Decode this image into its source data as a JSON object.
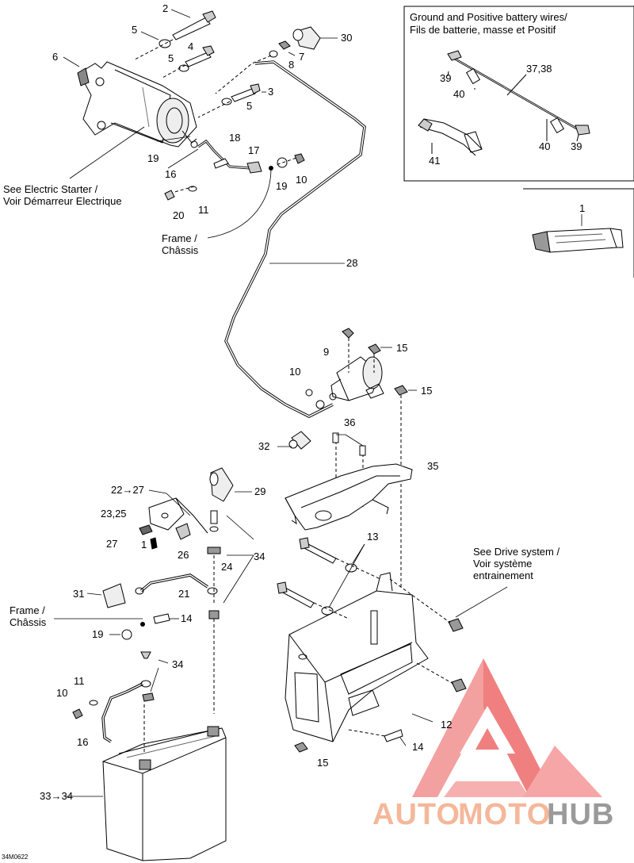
{
  "inset_ground": {
    "title_line1": "Ground and Positive battery wires/",
    "title_line2": "Fils de batterie, masse et Positif",
    "labels": [
      "39",
      "40",
      "37,38",
      "40",
      "39",
      "41"
    ]
  },
  "inset_tube": {
    "label": "1"
  },
  "notes": {
    "electric_starter_line1": "See Electric Starter /",
    "electric_starter_line2": "Voir Démarreur Electrique",
    "frame_top_line1": "Frame /",
    "frame_top_line2": "Châssis",
    "drive_line1": "See Drive system /",
    "drive_line2": "Voir système",
    "drive_line3": "entrainement",
    "frame_bottom_line1": "Frame /",
    "frame_bottom_line2": "Châssis"
  },
  "callouts": {
    "c2": "2",
    "c5a": "5",
    "c4": "4",
    "c5b": "5",
    "c6": "6",
    "c30": "30",
    "c7": "7",
    "c8": "8",
    "c3": "3",
    "c5c": "5",
    "c19a": "19",
    "c18": "18",
    "c17": "17",
    "c16a": "16",
    "c19b": "19",
    "c10a": "10",
    "c20": "20",
    "c11a": "11",
    "c28": "28",
    "c9": "9",
    "c15a": "15",
    "c10b": "10",
    "c15b": "15",
    "c36": "36",
    "c32": "32",
    "c35": "35",
    "c22_27": "22→27",
    "c29": "29",
    "c23_25": "23,25",
    "c27": "27",
    "c1_bottom": "1",
    "c26": "26",
    "c24": "24",
    "c34a": "34",
    "c13": "13",
    "c31": "31",
    "c21": "21",
    "c14a": "14",
    "c19c": "19",
    "c34b": "34",
    "c11b": "11",
    "c10c": "10",
    "c16b": "16",
    "c12": "12",
    "c14b": "14",
    "c15c": "15",
    "c33_34": "33→34"
  },
  "drawing_code": "34M0622",
  "watermark": {
    "part1": "AUTO",
    "part2": "MOTO",
    "part3": "HUB",
    "color_light": "#f5b79a",
    "color_dark": "#9a9a9a",
    "triangle_color": "#ee5555"
  }
}
